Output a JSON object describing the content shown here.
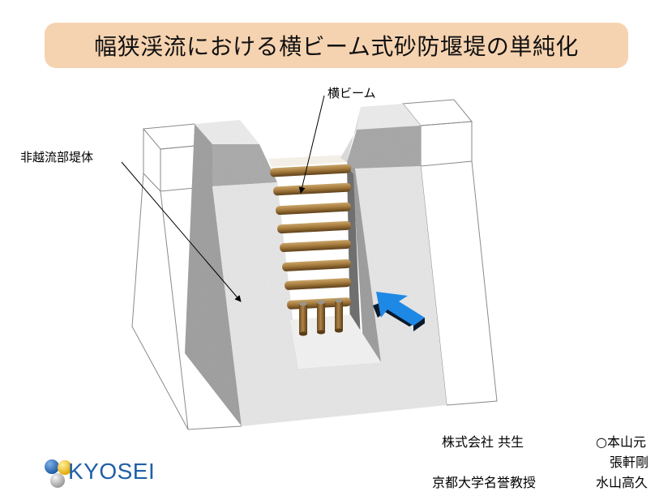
{
  "slide": {
    "title": "幅狭渓流における横ビーム式砂防堰堤の単純化",
    "title_bg_color": "#f6d3b0"
  },
  "diagram": {
    "labels": {
      "beam": "横ビーム",
      "dam_body": "非越流部堤体"
    },
    "elements": {
      "horizontal_beams_count": 8,
      "vertical_piles_count": 3,
      "flow_arrow_color": "#1e88e5",
      "beam_color": "#9c7438",
      "concrete_color": "#e9e9e9",
      "concrete_shadow_color": "#9a9a9a"
    }
  },
  "credits": {
    "company": "株式会社 共生",
    "company_authors": [
      "○本山元",
      "張軒剛"
    ],
    "university": "京都大学名誉教授",
    "university_author": "水山高久"
  },
  "logo": {
    "text": "KYOSEI",
    "ball_colors": [
      "#2d6db5",
      "#f2c21b",
      "#bdbdbd"
    ]
  }
}
